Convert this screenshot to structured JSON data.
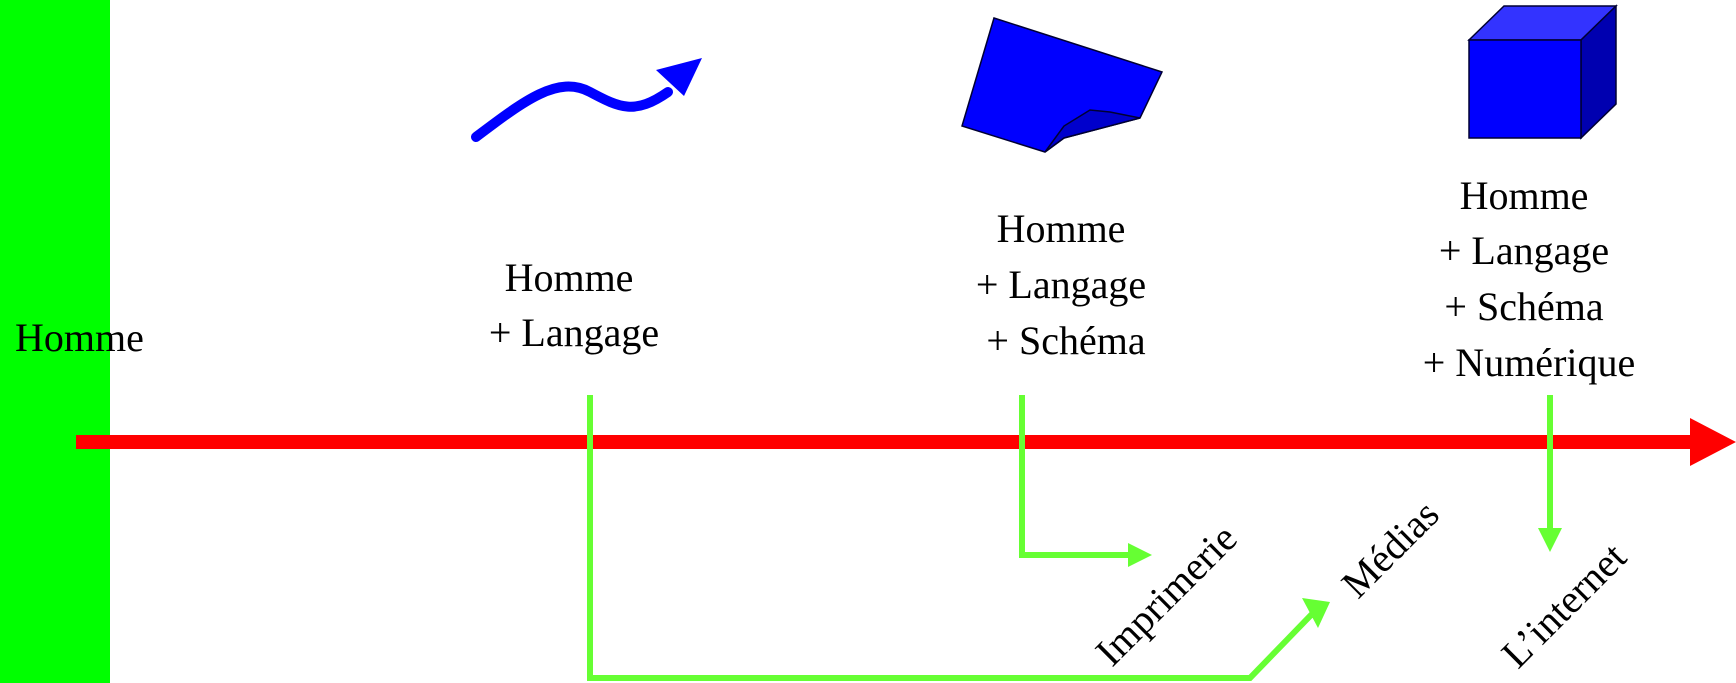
{
  "colors": {
    "background": "#ffffff",
    "green_bar": "#00ff00",
    "timeline": "#ff0000",
    "connector": "#66ff33",
    "shape_blue": "#0000ff",
    "shape_dark": "#0000cc",
    "outline": "#000033"
  },
  "stages": [
    {
      "lines": [
        "Homme"
      ]
    },
    {
      "lines": [
        "Homme",
        "+ Langage"
      ],
      "icon": "wave-arrow-icon"
    },
    {
      "lines": [
        "Homme",
        "+ Langage",
        "+ Schéma"
      ],
      "icon": "paper-sheet-icon"
    },
    {
      "lines": [
        "Homme",
        "+ Langage",
        "+ Schéma",
        "+ Numérique"
      ],
      "icon": "cube-icon"
    }
  ],
  "outcomes": {
    "printing": "Imprimerie",
    "media": "Médias",
    "internet": "L’internet"
  }
}
